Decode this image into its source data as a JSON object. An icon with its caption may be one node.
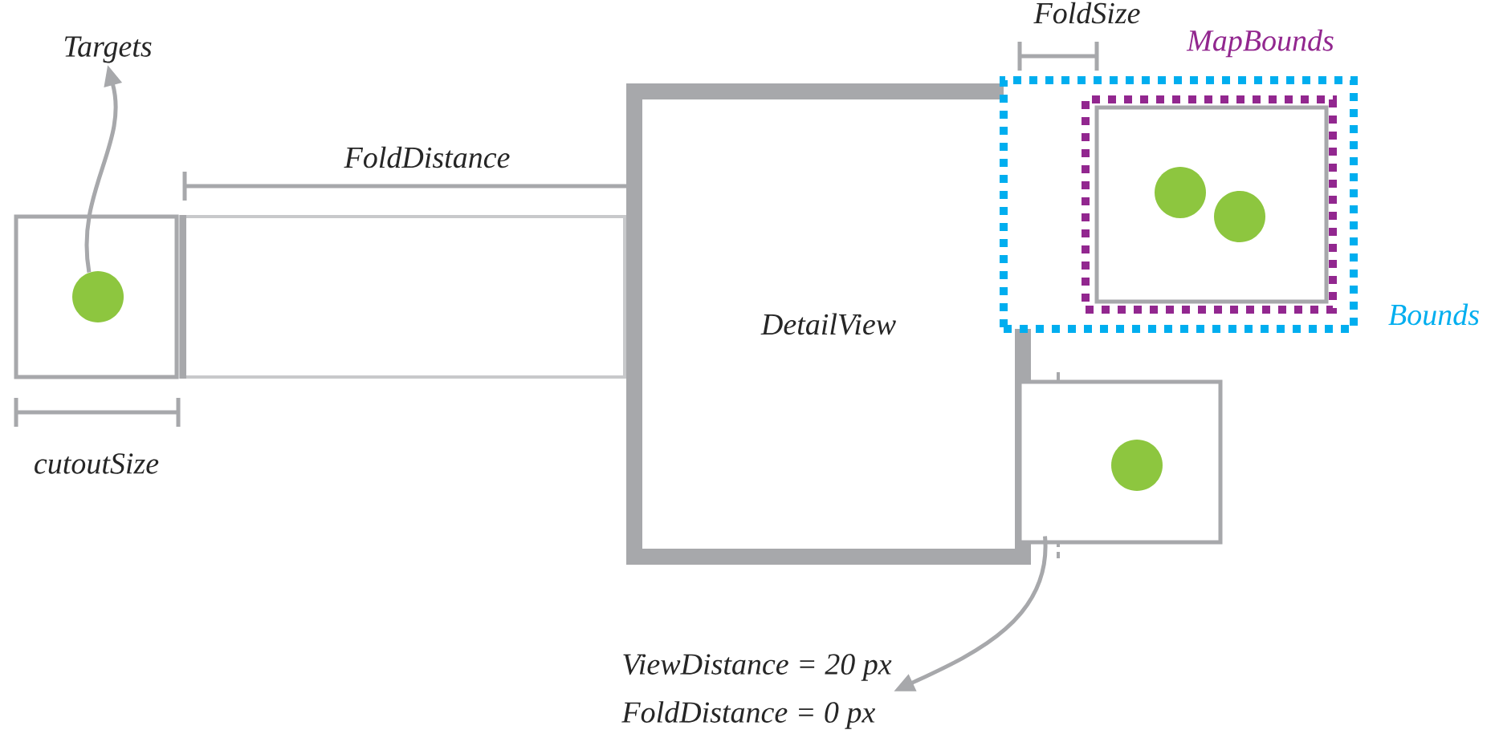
{
  "diagram": {
    "nodes": [
      {
        "text": [
          "Targets"
        ]
      },
      {
        "text": [],
        "shape": "box"
      },
      {
        "text": [],
        "shape": "circle",
        "in": 1
      },
      {
        "text": [],
        "shape": "box"
      },
      {
        "text": [
          "DetailView"
        ]
      },
      {
        "text": [
          "Bounds"
        ]
      },
      {
        "text": [
          "MapBounds"
        ],
        "in": 5
      },
      {
        "text": [],
        "shape": "box",
        "in": 6
      },
      {
        "text": [],
        "shape": "circle",
        "in": 7
      },
      {
        "text": [],
        "shape": "circle",
        "in": 7
      },
      {
        "text": [],
        "shape": "box"
      },
      {
        "text": [],
        "shape": "circle",
        "in": 10
      },
      {
        "text": [
          "ViewDistance = 20 px",
          "FoldDistance = 0 px"
        ]
      }
    ],
    "edges": [
      {
        "from": 2,
        "to": 0,
        "arrow": "to"
      },
      {
        "from": 10,
        "to": 12,
        "arrow": "to"
      }
    ],
    "labels": [
      "FoldSize",
      "FoldDistance",
      "cutoutSize"
    ]
  }
}
